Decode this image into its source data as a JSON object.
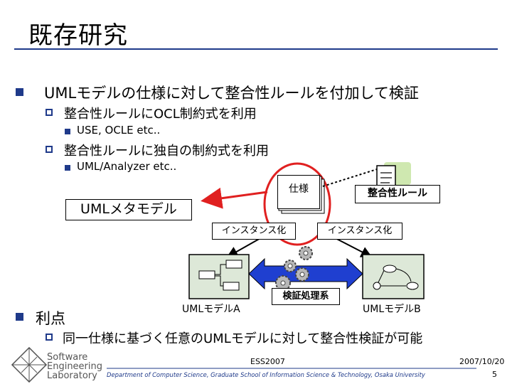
{
  "slide": {
    "title": "既存研究",
    "bullets": {
      "b1": "UMLモデルの仕様に対して整合性ルールを付加して検証",
      "b1_1": "整合性ルールにOCL制約式を利用",
      "b1_1_1": "USE,  OCLE   etc..",
      "b1_2": "整合性ルールに独自の制約式を利用",
      "b1_2_1": "UML/Analyzer   etc..",
      "b2": "利点",
      "b2_1": "同一仕様に基づく任意のUMLモデルに対して整合性検証が可能"
    }
  },
  "diagram": {
    "spec_label": "仕様",
    "rule_label": "整合性ルール",
    "metamodel_label": "UMLメタモデル",
    "inst_left": "インスタンス化",
    "inst_right": "インスタンス化",
    "model_a": "UMLモデルA",
    "model_b": "UMLモデルB",
    "verify_label": "検証処理系"
  },
  "footer": {
    "logo_line1": "Software",
    "logo_line2": "Engineering",
    "logo_line3": "Laboratory",
    "conference": "ESS2007",
    "date": "2007/10/20",
    "department": "Department of Computer Science, Graduate School of Information Science & Technology, Osaka University",
    "page_number": "5"
  },
  "colors": {
    "accent": "#1f3a8a",
    "arrow_red": "#e02020",
    "arrow_blue": "#1f3fd0",
    "note_green": "#cfe8b0"
  }
}
